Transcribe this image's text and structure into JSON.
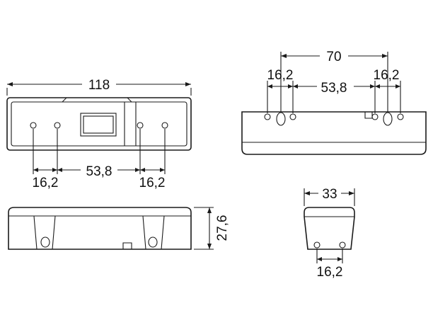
{
  "dimensions": {
    "front_width": "118",
    "front_left_spacing": "16,2",
    "front_center_spacing": "53,8",
    "front_right_spacing": "16,2",
    "side_height": "27,6",
    "rear_total": "70",
    "rear_left_spacing": "16,2",
    "rear_center_spacing": "53,8",
    "rear_right_spacing": "16,2",
    "end_width": "33",
    "end_spacing": "16,2"
  }
}
